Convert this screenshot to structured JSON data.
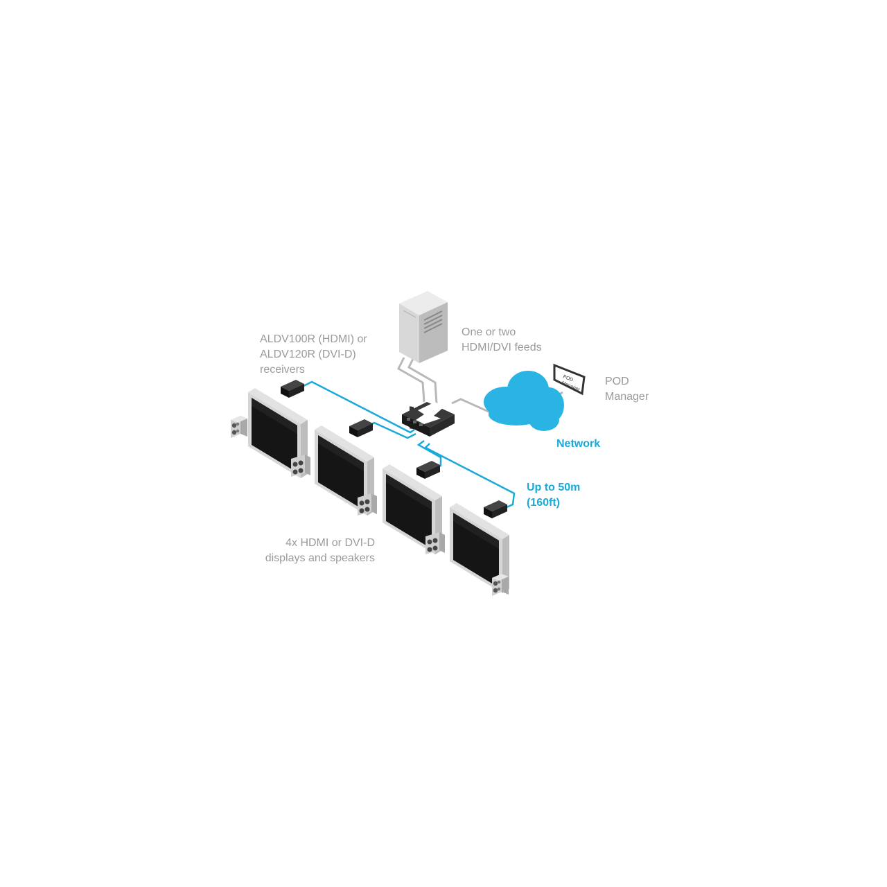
{
  "labels": {
    "receivers": [
      "ALDV100R (HDMI) or",
      "ALDV120R (DVI-D)",
      "receivers"
    ],
    "feeds": [
      "One or two",
      "HDMI/DVI feeds"
    ],
    "pod_manager": [
      "POD",
      "Manager"
    ],
    "pod_screen": [
      "POD",
      "Manager"
    ],
    "network": "Network",
    "distance": [
      "Up to 50m",
      "(160ft)"
    ],
    "displays": [
      "4x HDMI or DVI-D",
      "displays and speakers"
    ]
  },
  "colors": {
    "label_gray": "#9a9a9a",
    "accent_blue": "#1aa9d9",
    "cloud_blue": "#2ab4e4",
    "cable_gray": "#b8b8b8",
    "device_dark": "#222222"
  },
  "icons": {
    "server": "server-tower-icon",
    "hub": "transmitter-hub-icon",
    "cloud": "network-cloud-icon",
    "pod_manager": "pod-manager-screen-icon",
    "receiver": "receiver-dongle-icon",
    "display": "display-monitor-icon",
    "speaker": "speaker-icon"
  }
}
